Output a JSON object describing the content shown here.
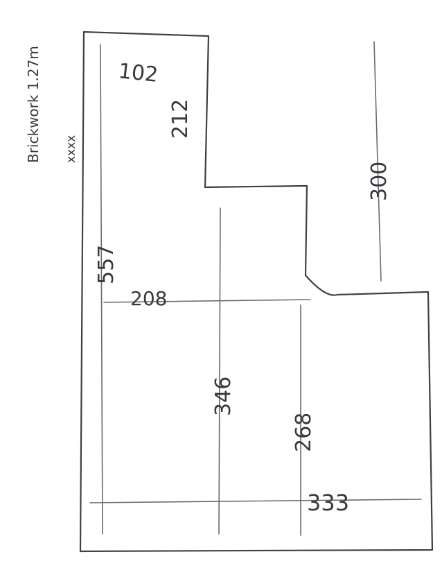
{
  "sketch": {
    "note_line1": "Brickwork 1.27m",
    "note_line2": "xxxx",
    "labels": {
      "top_block_depth": "102",
      "top_block_width": "212",
      "left_height": "557",
      "inner_run_short": "208",
      "middle_run": "346",
      "lower_run": "268",
      "bottom_width": "333",
      "right_offset": "300"
    }
  },
  "colors": {
    "paper": "#ffffff",
    "pencil": "#3f3f45"
  }
}
